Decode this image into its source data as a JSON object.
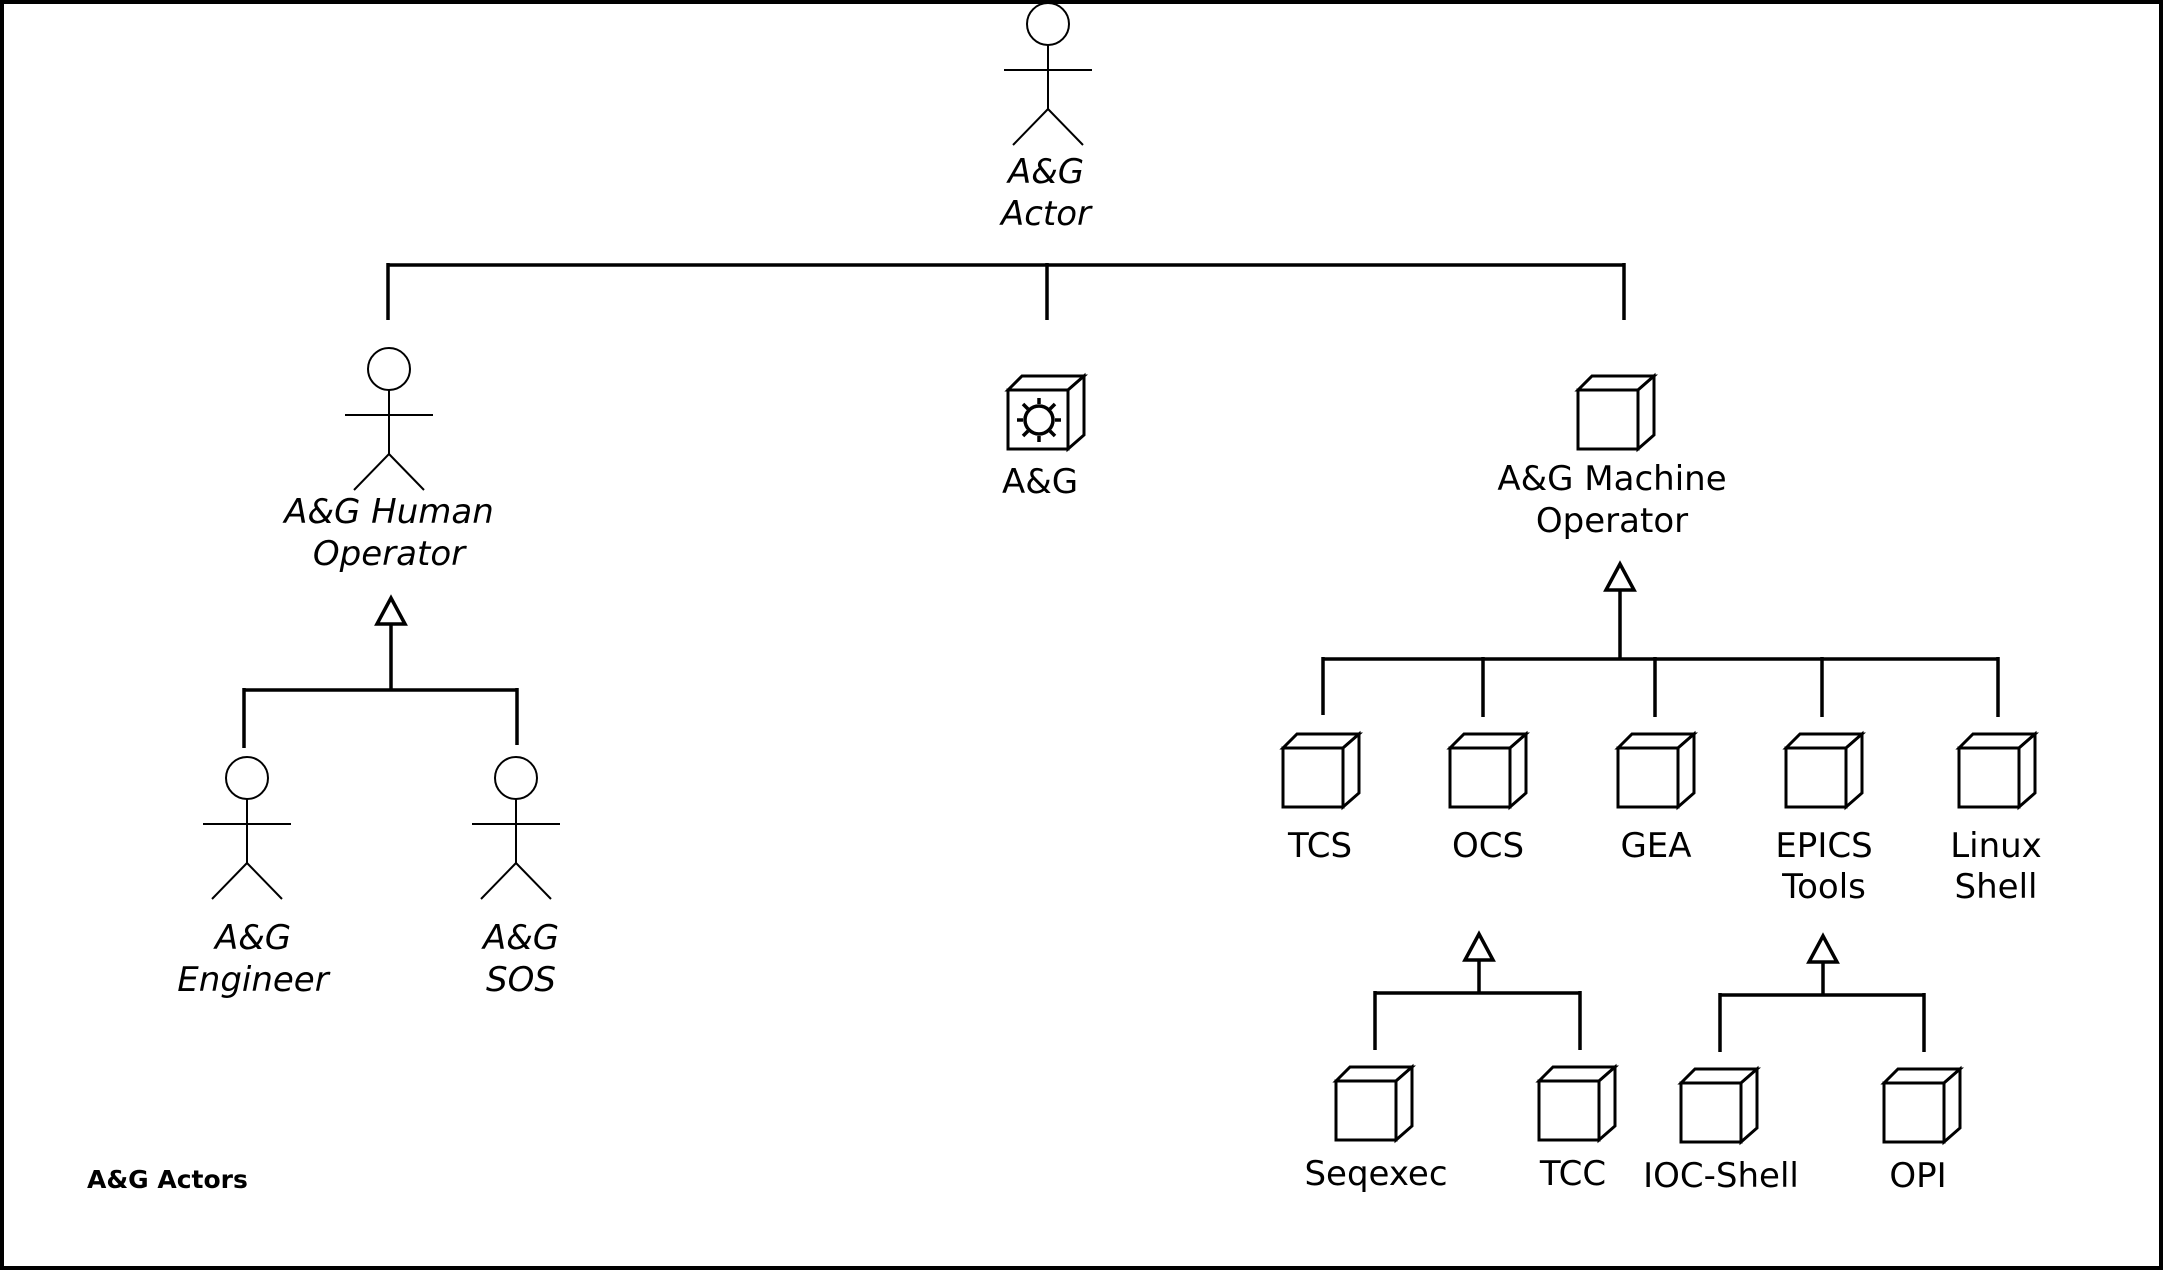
{
  "diagram": {
    "caption": "A&G Actors",
    "nodes": {
      "root": {
        "line1": "A&G",
        "line2": "Actor",
        "icon": "stick-figure-icon"
      },
      "human_operator": {
        "line1": "A&G Human",
        "line2": "Operator",
        "icon": "stick-figure-icon"
      },
      "ag_system": {
        "label": "A&G",
        "icon": "gear-cube-icon"
      },
      "machine_operator": {
        "line1": "A&G Machine",
        "line2": "Operator",
        "icon": "cube-icon"
      },
      "engineer": {
        "line1": "A&G",
        "line2": "Engineer",
        "icon": "stick-figure-icon"
      },
      "sos": {
        "line1": "A&G",
        "line2": "SOS",
        "icon": "stick-figure-icon"
      },
      "tcs": {
        "label": "TCS",
        "icon": "cube-icon"
      },
      "ocs": {
        "label": "OCS",
        "icon": "cube-icon"
      },
      "gea": {
        "label": "GEA",
        "icon": "cube-icon"
      },
      "epics_tools": {
        "line1": "EPICS",
        "line2": "Tools",
        "icon": "cube-icon"
      },
      "linux_shell": {
        "line1": "Linux",
        "line2": "Shell",
        "icon": "cube-icon"
      },
      "seqexec": {
        "label": "Seqexec",
        "icon": "cube-icon"
      },
      "tcc": {
        "label": "TCC",
        "icon": "cube-icon"
      },
      "ioc_shell": {
        "label": "IOC-Shell",
        "icon": "cube-icon"
      },
      "opi": {
        "label": "OPI",
        "icon": "cube-icon"
      }
    },
    "edges": [
      {
        "from": "human_operator",
        "to": "root"
      },
      {
        "from": "ag_system",
        "to": "root"
      },
      {
        "from": "machine_operator",
        "to": "root"
      },
      {
        "from": "engineer",
        "to": "human_operator",
        "type": "generalization"
      },
      {
        "from": "sos",
        "to": "human_operator",
        "type": "generalization"
      },
      {
        "from": "tcs",
        "to": "machine_operator",
        "type": "generalization"
      },
      {
        "from": "ocs",
        "to": "machine_operator",
        "type": "generalization"
      },
      {
        "from": "gea",
        "to": "machine_operator",
        "type": "generalization"
      },
      {
        "from": "epics_tools",
        "to": "machine_operator",
        "type": "generalization"
      },
      {
        "from": "linux_shell",
        "to": "machine_operator",
        "type": "generalization"
      },
      {
        "from": "seqexec",
        "to": "ocs",
        "type": "generalization"
      },
      {
        "from": "tcc",
        "to": "ocs",
        "type": "generalization"
      },
      {
        "from": "ioc_shell",
        "to": "epics_tools",
        "type": "generalization"
      },
      {
        "from": "opi",
        "to": "epics_tools",
        "type": "generalization"
      }
    ]
  }
}
